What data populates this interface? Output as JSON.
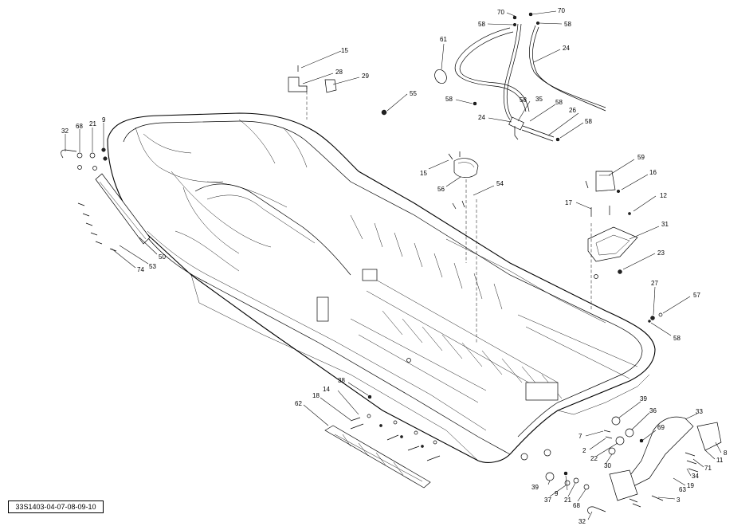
{
  "diagram_code": "33S1403-04-07-08-09-10",
  "callouts": {
    "c70a": "70",
    "c70b": "70",
    "c58a": "58",
    "c58b": "58",
    "c61": "61",
    "c24a": "24",
    "c15a": "15",
    "c28": "28",
    "c29": "29",
    "c55": "55",
    "c58c": "58",
    "c58d": "58",
    "c35": "35",
    "c58e": "58",
    "c24b": "24",
    "c26": "26",
    "c58f": "58",
    "c32a": "32",
    "c68a": "68",
    "c21a": "21",
    "c9a": "9",
    "c15b": "15",
    "c56": "56",
    "c54": "54",
    "c59": "59",
    "c16": "16",
    "c17": "17",
    "c12": "12",
    "c31": "31",
    "c23": "23",
    "c50": "50",
    "c53": "53",
    "c74": "74",
    "c27": "27",
    "c57": "57",
    "c58g": "58",
    "c38": "38",
    "c14": "14",
    "c18": "18",
    "c62": "62",
    "c39a": "39",
    "c36": "36",
    "c69": "69",
    "c7": "7",
    "c2": "2",
    "c22": "22",
    "c30": "30",
    "c33": "33",
    "c8": "8",
    "c11": "11",
    "c71": "71",
    "c34": "34",
    "c19": "19",
    "c63": "63",
    "c3": "3",
    "c39b": "39",
    "c9b": "9",
    "c37": "37",
    "c21b": "21",
    "c68b": "68",
    "c32b": "32"
  }
}
